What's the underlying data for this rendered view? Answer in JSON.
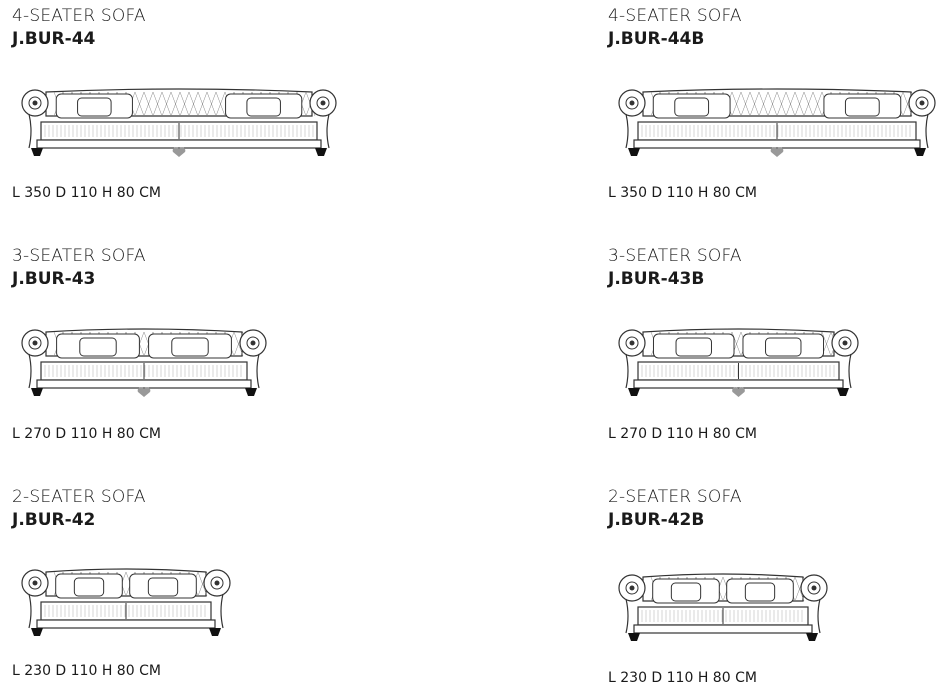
{
  "colors": {
    "text": "#1a1a1a",
    "line": "#333333",
    "leg": "#111111",
    "pillow": "#999999"
  },
  "products": [
    {
      "title": "4-SEATER SOFA",
      "code": "J.BUR-44",
      "dims": "L 350 D 110 H 80 CM",
      "seats": 4,
      "variant": "standard"
    },
    {
      "title": "4-SEATER SOFA",
      "code": "J.BUR-44B",
      "dims": "L 350 D 110 H 80 CM",
      "seats": 4,
      "variant": "B"
    },
    {
      "title": "3-SEATER SOFA",
      "code": "J.BUR-43",
      "dims": "L 270 D 110 H 80 CM",
      "seats": 3,
      "variant": "standard"
    },
    {
      "title": "3-SEATER SOFA",
      "code": "J.BUR-43B",
      "dims": "L 270 D 110 H 80 CM",
      "seats": 3,
      "variant": "B"
    },
    {
      "title": "2-SEATER SOFA",
      "code": "J.BUR-42",
      "dims": "L 230 D 110 H 80 CM",
      "seats": 2,
      "variant": "standard"
    },
    {
      "title": "2-SEATER SOFA",
      "code": "J.BUR-42B",
      "dims": "L 230 D 110 H 80 CM",
      "seats": 2,
      "variant": "B"
    }
  ]
}
